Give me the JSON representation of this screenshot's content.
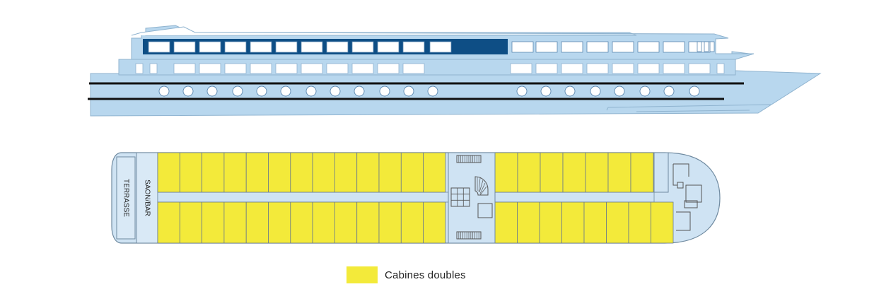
{
  "colors": {
    "hull": "#b8d7ee",
    "hull_stroke": "#8fb3cf",
    "window_band": "#0e4e85",
    "stripe": "#111111",
    "cabin": "#f3ea3a",
    "cabin_stroke": "#6a7a8a",
    "deck": "#cfe3f3",
    "deck_stroke": "#6f8aa0",
    "text": "#222222"
  },
  "deck_plan": {
    "labels": {
      "terrasse": "TERRASSE",
      "salon_bar": "SAON/BAR"
    }
  },
  "legend": {
    "cabins_label": "Cabines doubles",
    "cabins_icon": "yellow-square-icon"
  }
}
